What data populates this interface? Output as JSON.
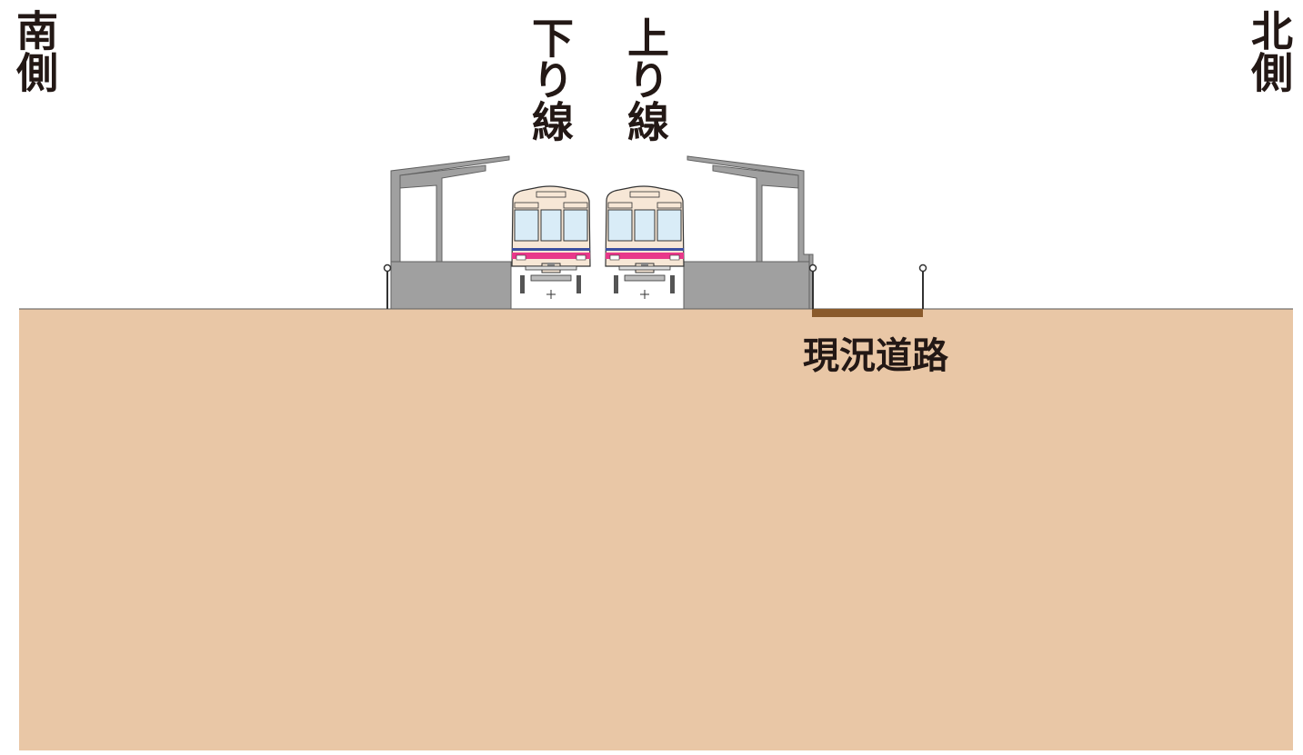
{
  "labels": {
    "south": "南側",
    "north": "北側",
    "down_line": "下り線",
    "up_line": "上り線",
    "existing_road": "現況道路"
  },
  "colors": {
    "ground": "#e9c7a6",
    "road": "#8a5a2b",
    "platform": "#a0a0a0",
    "train_body": "#f7e7d6",
    "train_window": "#d9ecf7",
    "train_stripe_pink": "#e8388a",
    "train_stripe_blue": "#3a4fa0",
    "text": "#231815"
  }
}
